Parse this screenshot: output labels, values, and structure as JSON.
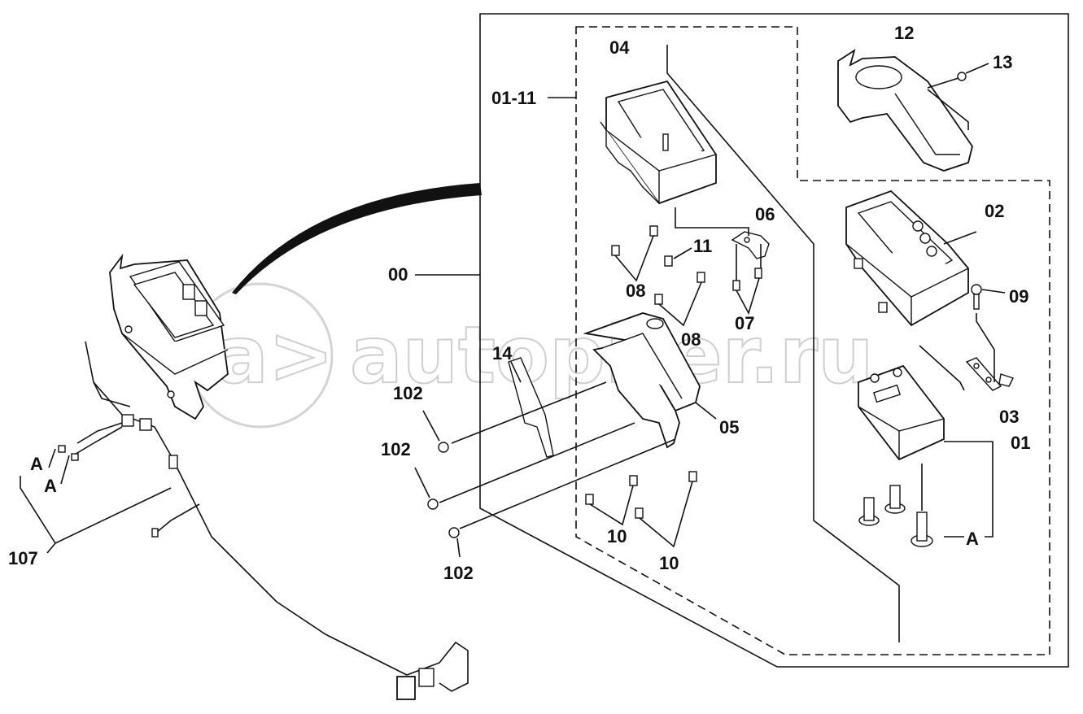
{
  "watermark": {
    "text": "autopiter.ru"
  },
  "callouts": {
    "c00": "00",
    "c01_11": "01-11",
    "c04": "04",
    "c12": "12",
    "c13": "13",
    "c06": "06",
    "c11": "11",
    "c02": "02",
    "c08a": "08",
    "c08b": "08",
    "c07": "07",
    "c09": "09",
    "c14": "14",
    "c102a": "102",
    "c102b": "102",
    "c102c": "102",
    "c05": "05",
    "c03": "03",
    "c01": "01",
    "cA1": "A",
    "cA2": "A",
    "cA3": "A",
    "c10a": "10",
    "c10b": "10",
    "c107": "107"
  }
}
